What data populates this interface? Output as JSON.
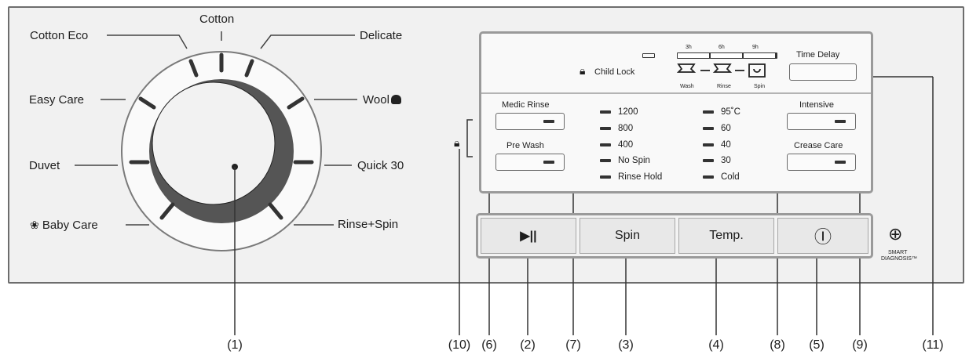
{
  "programmes": {
    "cotton": "Cotton",
    "cotton_eco": "Cotton Eco",
    "delicate": "Delicate",
    "easy_care": "Easy Care",
    "wool": "Wool",
    "duvet": "Duvet",
    "quick30": "Quick 30",
    "baby_care": "Baby Care",
    "rinse_spin": "Rinse+Spin"
  },
  "display": {
    "child_lock": "Child Lock",
    "stage_times": [
      "3h",
      "6h",
      "9h"
    ],
    "stages": [
      "Wash",
      "Rinse",
      "Spin"
    ],
    "time_delay": "Time Delay",
    "medic_rinse": "Medic Rinse",
    "pre_wash": "Pre Wash",
    "intensive": "Intensive",
    "crease_care": "Crease Care",
    "spin_speeds": [
      "1200",
      "800",
      "400",
      "No Spin",
      "Rinse Hold"
    ],
    "temperatures": [
      "95˚C",
      "60",
      "40",
      "30",
      "Cold"
    ]
  },
  "buttons": {
    "start_pause": "▶||",
    "spin": "Spin",
    "temp": "Temp.",
    "power": "Ⓘ"
  },
  "smart_diagnosis": [
    "SMART",
    "DIAGNOSIS™"
  ],
  "callouts": [
    "(1)",
    "(10)",
    "(6)",
    "(2)",
    "(7)",
    "(3)",
    "(4)",
    "(8)",
    "(5)",
    "(9)",
    "(11)"
  ]
}
